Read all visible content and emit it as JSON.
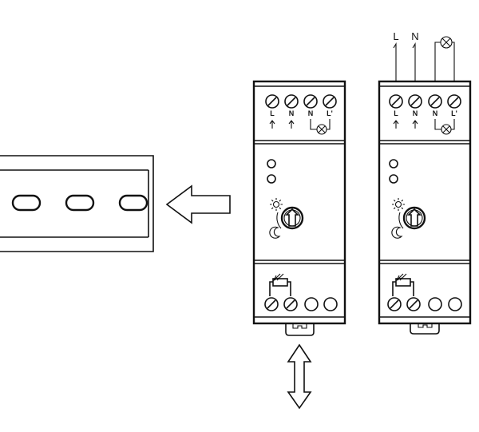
{
  "module_left": {
    "terminal_labels": [
      "L",
      "N",
      "N",
      "L'"
    ]
  },
  "module_right": {
    "terminal_labels": [
      "L",
      "N",
      "N",
      "L'"
    ]
  },
  "wiring": {
    "line_label": "L",
    "neutral_label": "N"
  },
  "icons": {
    "lamp": "lamp-icon",
    "sun": "sun-icon",
    "moon": "moon-icon",
    "photo_sensor": "photo-sensor-icon",
    "insert_arrow": "arrow-left-icon",
    "release_arrow": "arrow-up-down-icon"
  }
}
